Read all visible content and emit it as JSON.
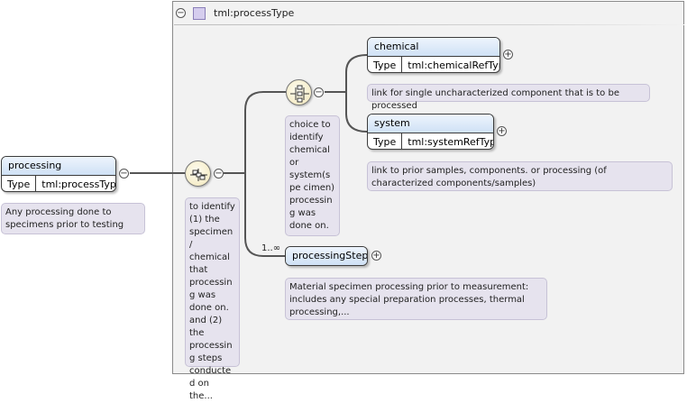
{
  "complex_type": {
    "title": "tml:processType",
    "collapse_symbol": "−"
  },
  "root_element": {
    "name": "processing",
    "type_label": "Type",
    "type_value": "tml:processType",
    "doc": "Any processing done to specimens prior to testing",
    "collapse_symbol": "−"
  },
  "sequence": {
    "icon": "sequence-compositor",
    "doc": "to identify (1) the specimen/ chemical that processing was done on. and (2) the processing steps conducted on the...",
    "collapse_symbol": "−"
  },
  "choice": {
    "icon": "choice-compositor",
    "doc": "choice to identify chemical or system(spe cimen) processing was done on.",
    "collapse_symbol": "−"
  },
  "children": {
    "chemical": {
      "name": "chemical",
      "type_label": "Type",
      "type_value": "tml:chemicalRefType",
      "doc": "link for single uncharacterized component that is to be processed",
      "expand_symbol": "+"
    },
    "system": {
      "name": "system",
      "type_label": "Type",
      "type_value": "tml:systemRefType",
      "doc": "link to prior samples, components. or processing (of characterized components/samples)",
      "expand_symbol": "+"
    },
    "processing_step": {
      "name": "processingStep",
      "multiplicity": "1..∞",
      "doc": "Material specimen processing prior to measurement: includes any special preparation processes, thermal processing,...",
      "expand_symbol": "+"
    }
  }
}
